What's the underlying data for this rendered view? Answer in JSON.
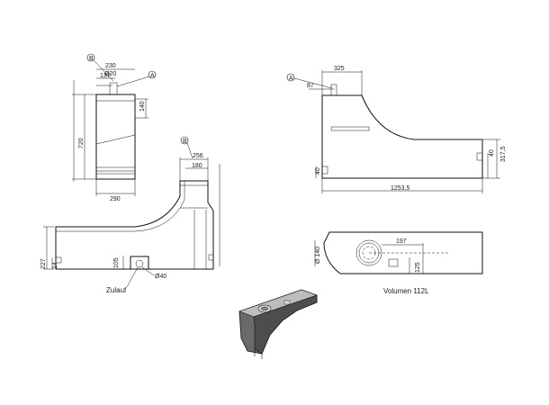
{
  "view_top_left": {
    "d230": "230",
    "d137": "137",
    "d20": "Ø20",
    "d140": "140",
    "d720": "720",
    "d290": "290",
    "balloon_b": "B",
    "balloon_a": "A"
  },
  "view_top_mid": {
    "d256": "256",
    "d180": "180",
    "balloon_b": "B"
  },
  "view_front": {
    "d227": "227",
    "d14": "14",
    "d105": "105",
    "d40": "Ø40",
    "inlet_label": "Zulauf"
  },
  "view_right_top": {
    "d325": "325",
    "d87": "87",
    "d40l": "40",
    "d40r": "40",
    "d3175": "317,5",
    "d12535": "1253,5",
    "balloon_a": "A"
  },
  "view_right_plan": {
    "d140": "Ø 140",
    "d197": "197",
    "d125": "125"
  },
  "volume_note": "Volumen 112L"
}
